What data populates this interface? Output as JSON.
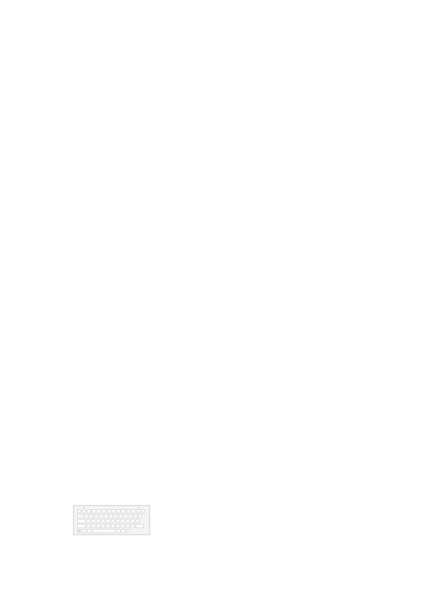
{
  "page": {
    "background": "#ffffff"
  },
  "keyboard_image": {
    "icon": "keyboard-icon",
    "body_color": "#f4f4f4",
    "key_color": "#fbfbfb",
    "border_color": "#d6d6d6",
    "brand_text": "",
    "rows": [
      {
        "keys": 14
      },
      {
        "keys": 13
      },
      {
        "keys": 12
      },
      {
        "keys": 12
      },
      {
        "keys": 7
      }
    ]
  }
}
